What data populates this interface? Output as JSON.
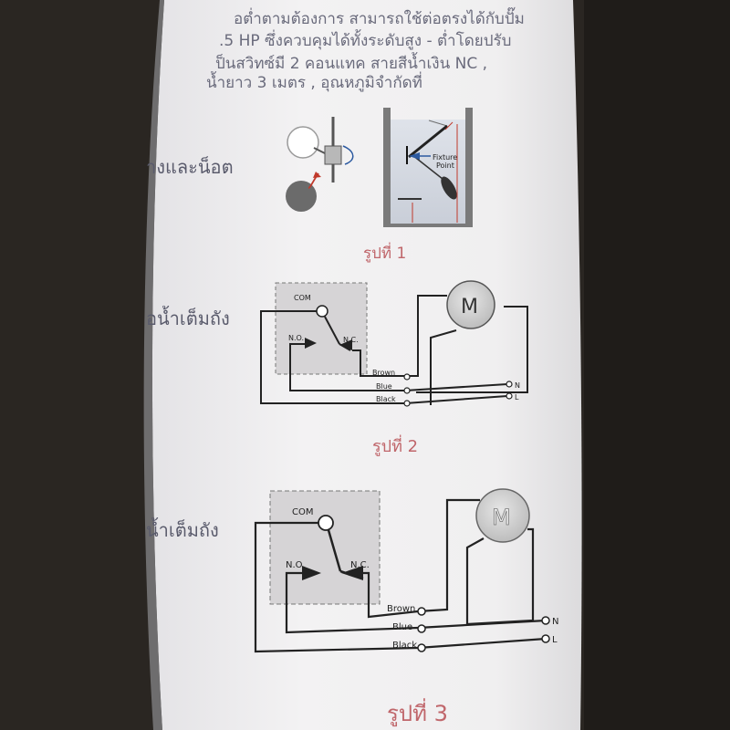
{
  "document": {
    "intro_lines": [
      "อต่ำตามต้องการ สามารถใช้ต่อตรงได้กับปั๊ม",
      ".5  HP ซึ่งควบคุมได้ทั้งระดับสูง - ต่ำโดยปรับ",
      "ป็นสวิทซ์มี 2 คอนแทค สายสีน้ำเงิน NC ,",
      "น้ำยาว 3 เมตร , อุณหภูมิจำกัดที่"
    ],
    "side_labels": [
      "างและน็อต",
      "อน้ำเต็มถัง",
      "น้ำเต็มถัง"
    ],
    "figure1": {
      "caption": "รูปที่ 1",
      "fixture_label_line1": "Fixture",
      "fixture_label_line2": "Point"
    },
    "figure2": {
      "caption": "รูปที่ 2",
      "com": "COM",
      "no": "N.O.",
      "nc": "N.C.",
      "motor": "M",
      "wires": [
        "Brown",
        "Blue",
        "Black"
      ],
      "terminals": [
        "N",
        "L"
      ]
    },
    "figure3": {
      "caption": "รูปที่ 3",
      "com": "COM",
      "no": "N.O.",
      "nc": "N.C.",
      "motor": "M",
      "wires": [
        "Brown",
        "Blue",
        "Black"
      ],
      "terminals": [
        "N",
        "L"
      ]
    }
  }
}
